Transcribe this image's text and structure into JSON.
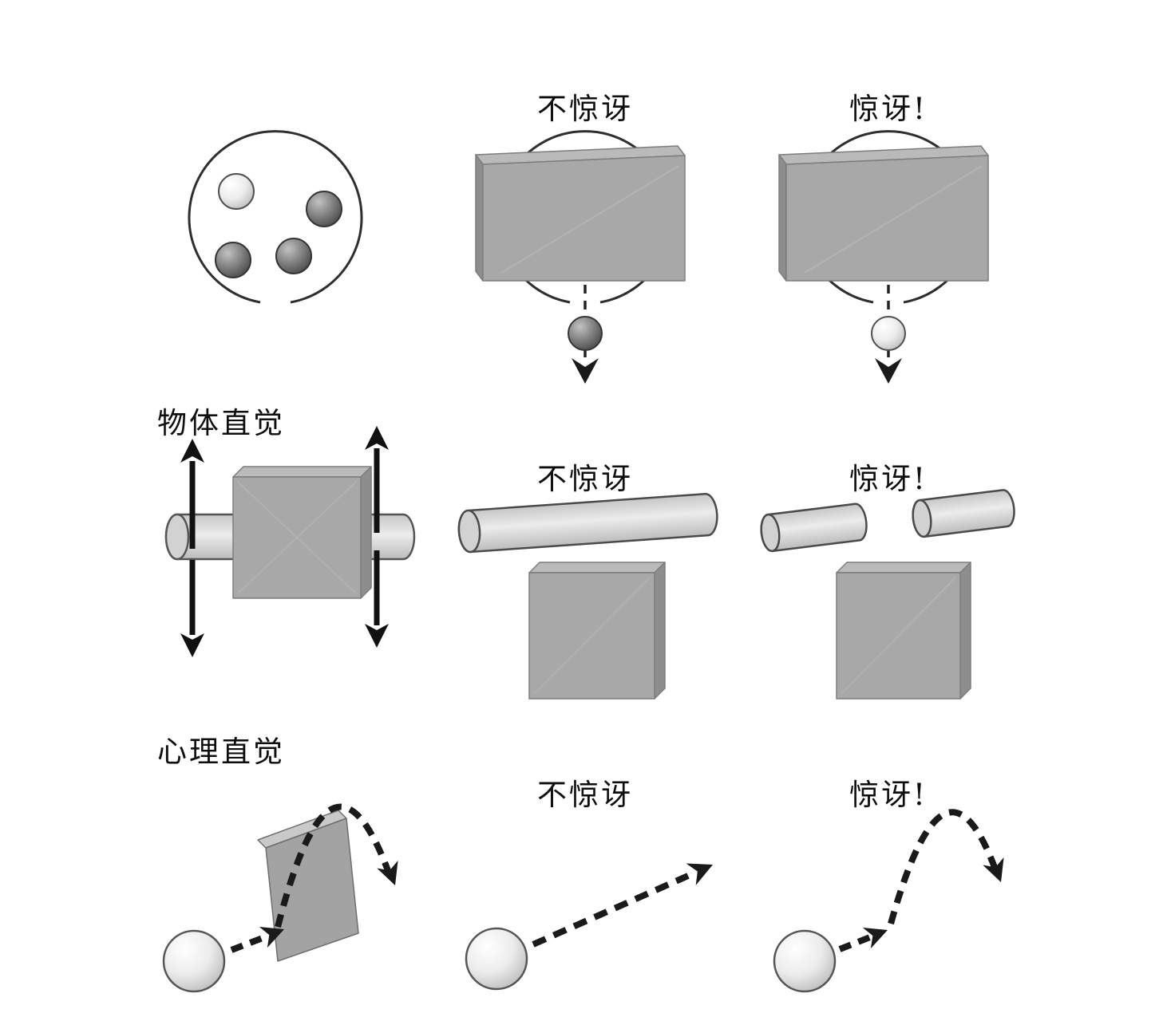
{
  "labels": {
    "row1": {
      "not_surprised": "不惊讶",
      "surprised": "惊讶!"
    },
    "row2": {
      "section": "物体直觉",
      "not_surprised": "不惊讶",
      "surprised": "惊讶!"
    },
    "row3": {
      "section": "心理直觉",
      "not_surprised": "不惊讶",
      "surprised": "惊讶!"
    }
  },
  "colors": {
    "outline": "#2e2e2e",
    "box_front": "#a8a8a8",
    "box_top": "#bababa",
    "box_side": "#8d8d8d",
    "rod_light": "#dedede",
    "ball_light": "#e8e8e8",
    "ball_dark": "#5c5c5c",
    "arrow_black": "#1a1a1a",
    "wall_gray": "#a3a3a3"
  }
}
